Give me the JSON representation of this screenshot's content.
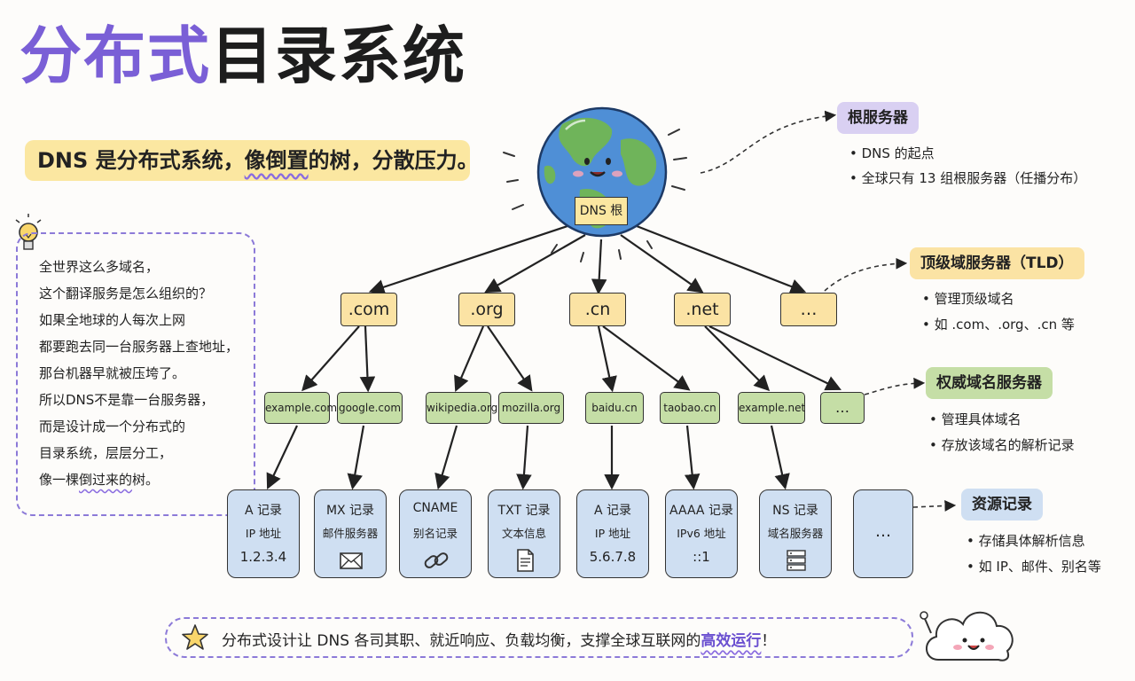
{
  "title": {
    "part1": "分布式",
    "part2": "目录系统"
  },
  "subtitle": {
    "pre": "DNS 是分布式系统，",
    "highlight": "像倒置",
    "post": "的树，分散压力。"
  },
  "note": {
    "lines": [
      "全世界这么多域名，",
      "这个翻译服务是怎么组织的？",
      "如果全地球的人每次上网",
      "都要跑去同一台服务器上查地址，",
      "那台机器早就被压垮了。",
      "所以DNS不是靠一台服务器，",
      "而是设计成一个分布式的",
      "目录系统，层层分工，"
    ],
    "last_pre": "像一棵",
    "last_hl": "倒过来的",
    "last_post": "树。"
  },
  "root": {
    "label": "DNS 根"
  },
  "tlds": [
    ".com",
    ".org",
    ".cn",
    ".net",
    "…"
  ],
  "domains": [
    "example.com",
    "google.com",
    "wikipedia.org",
    "mozilla.org",
    "baidu.cn",
    "taobao.cn",
    "example.net",
    "…"
  ],
  "records": [
    {
      "l1": "A 记录",
      "l2": "IP 地址",
      "l3": "1.2.3.4",
      "icon": ""
    },
    {
      "l1": "MX 记录",
      "l2": "邮件服务器",
      "l3": "",
      "icon": "envelope-icon"
    },
    {
      "l1": "CNAME",
      "l2": "别名记录",
      "l3": "",
      "icon": "link-icon"
    },
    {
      "l1": "TXT 记录",
      "l2": "文本信息",
      "l3": "",
      "icon": "document-icon"
    },
    {
      "l1": "A 记录",
      "l2": "IP 地址",
      "l3": "5.6.7.8",
      "icon": ""
    },
    {
      "l1": "AAAA 记录",
      "l2": "IPv6 地址",
      "l3": "::1",
      "icon": ""
    },
    {
      "l1": "NS 记录",
      "l2": "域名服务器",
      "l3": "",
      "icon": "server-icon"
    },
    {
      "l1": "…",
      "l2": "",
      "l3": "",
      "icon": ""
    }
  ],
  "side": {
    "root": {
      "title": "根服务器",
      "items": [
        "DNS 的起点",
        "全球只有 13 组根服务器（任播分布）"
      ]
    },
    "tld": {
      "title": "顶级域服务器（TLD）",
      "items": [
        "管理顶级域名",
        "如 .com、.org、.cn 等"
      ]
    },
    "auth": {
      "title": "权威域名服务器",
      "items": [
        "管理具体域名",
        "存放该域名的解析记录"
      ]
    },
    "res": {
      "title": "资源记录",
      "items": [
        "存储具体解析信息",
        "如 IP、邮件、别名等"
      ]
    }
  },
  "bottom": {
    "pre": "分布式设计让 DNS 各司其职、就近响应、负载均衡，支撑全球互联网的",
    "highlight": "高效运行",
    "post": "！"
  },
  "colors": {
    "purple": "#7a5fd6",
    "tld_fill": "#fbe3a4",
    "domain_fill": "#c5dea6",
    "record_fill": "#cfdff2",
    "root_title": "#d9d0f2",
    "tld_title": "#fbe3a4",
    "auth_title": "#c5dea6",
    "res_title": "#cfdff2"
  }
}
